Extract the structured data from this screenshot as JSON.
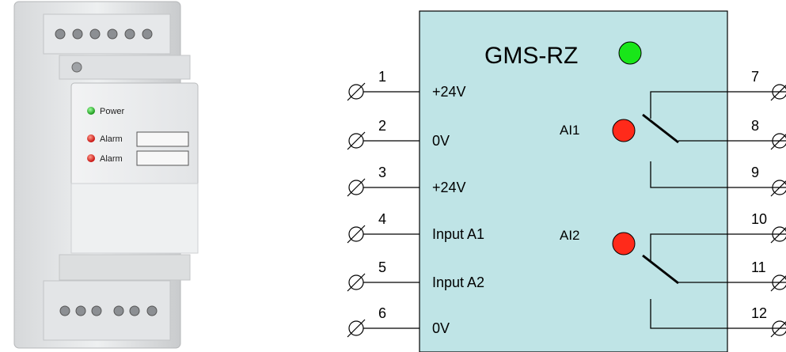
{
  "device": {
    "power_label": "Power",
    "alarm_labels": [
      "Alarm",
      "Alarm"
    ]
  },
  "diagram": {
    "title": "GMS-RZ",
    "relay_labels": [
      "AI1",
      "AI2"
    ],
    "left_terminals": [
      {
        "number": "1",
        "label": "+24V"
      },
      {
        "number": "2",
        "label": "0V"
      },
      {
        "number": "3",
        "label": "+24V"
      },
      {
        "number": "4",
        "label": "Input A1"
      },
      {
        "number": "5",
        "label": "Input A2"
      },
      {
        "number": "6",
        "label": "0V"
      }
    ],
    "right_terminals": [
      "7",
      "8",
      "9",
      "10",
      "11",
      "12"
    ],
    "colors": {
      "box_fill": "#bfe4e6",
      "power_led": "#19e619",
      "alarm_led": "#ff2a1a"
    }
  }
}
